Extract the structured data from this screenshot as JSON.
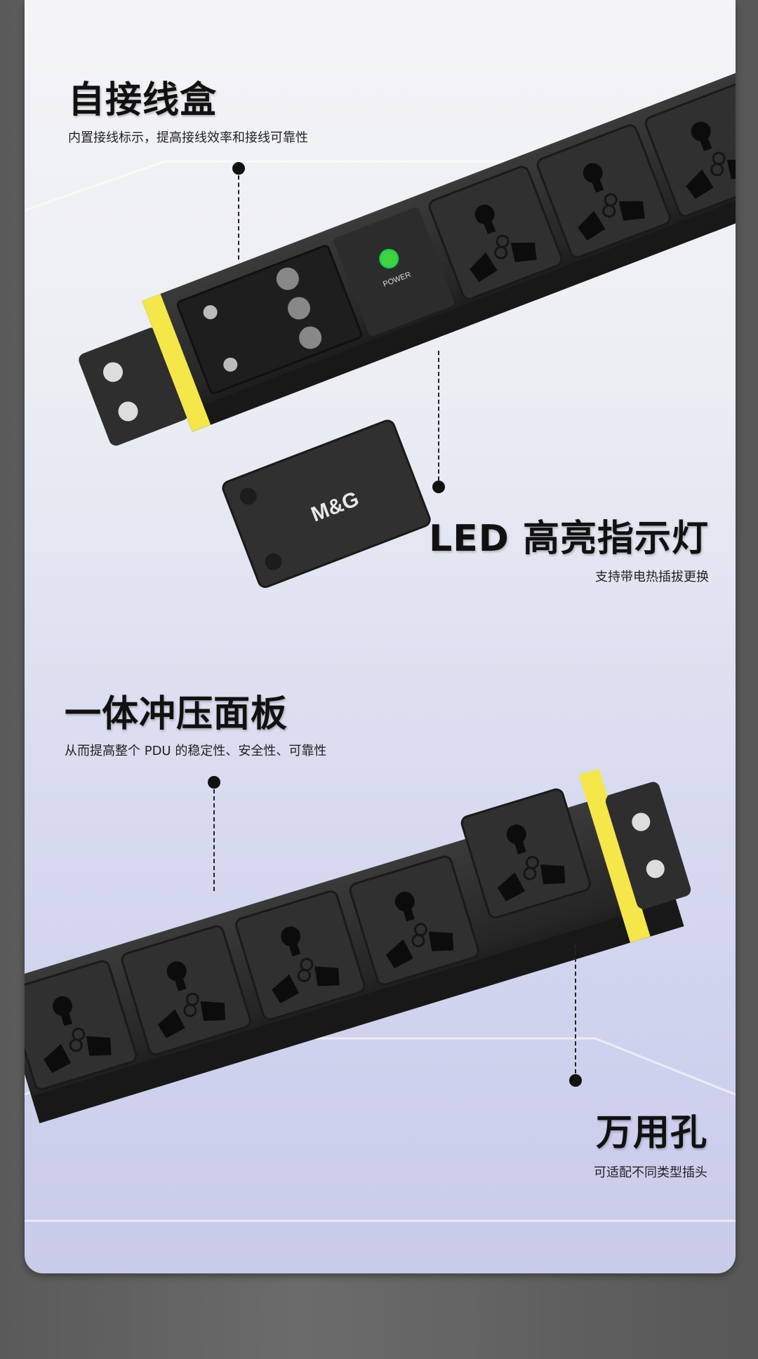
{
  "sections": [
    {
      "title": "自接线盒",
      "subtitle": "内置接线标示，提高接线效率和接线可靠性"
    },
    {
      "title": "LED 高亮指示灯",
      "subtitle": "支持带电热插拔更换"
    },
    {
      "title": "一体冲压面板",
      "subtitle": "从而提高整个 PDU 的稳定性、安全性、可靠性"
    },
    {
      "title": "万用孔",
      "subtitle": "可适配不同类型插头"
    }
  ],
  "product": {
    "power_label": "POWER",
    "brand": "M&G"
  },
  "colors": {
    "accent_yellow": "#f5e64a",
    "body": "#2b2b2b",
    "led": "#3fd33f"
  }
}
